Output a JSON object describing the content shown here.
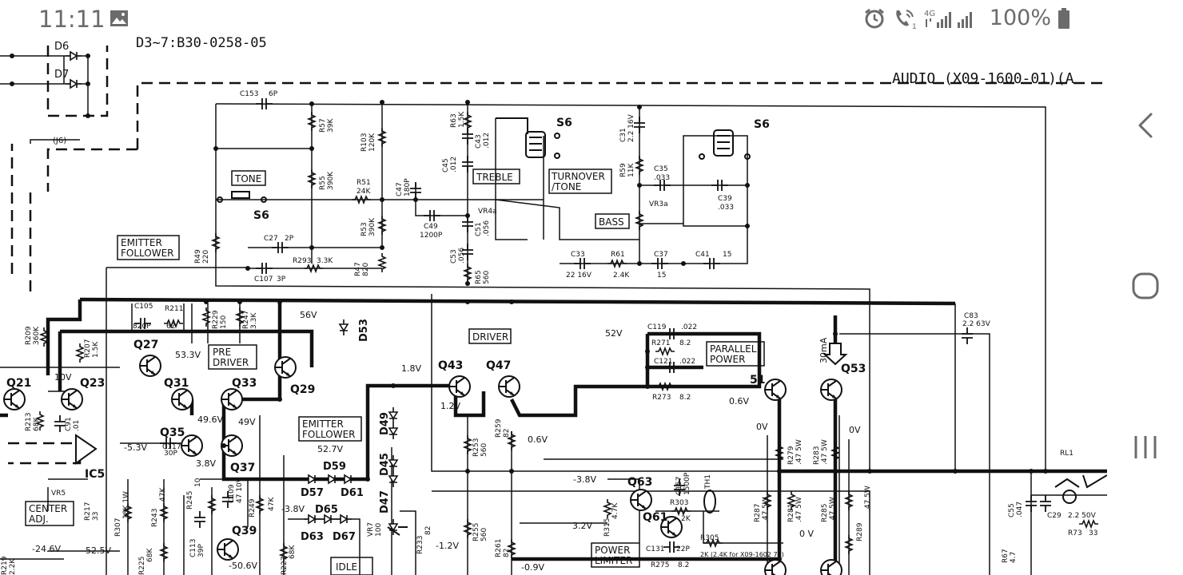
{
  "status_bar": {
    "time": "11:11",
    "battery": "100%",
    "network": "4G",
    "icons": [
      "gallery-icon",
      "alarm-icon",
      "wifi-calling-icon",
      "signal-icon",
      "battery-icon"
    ]
  },
  "nav_bar": {
    "back_icon": "chevron-left-icon",
    "home_icon": "home-icon",
    "recents_icon": "recents-icon"
  },
  "schematic": {
    "header_note": "D3~7:B30-0258-05",
    "board_title": "AUDIO (X09-1600-01)(A",
    "boxed_labels": {
      "tone": "TONE",
      "treble": "TREBLE",
      "turnover_1": "TURNOVER",
      "turnover_2": "/TONE",
      "bass": "BASS",
      "emitter_follower_1_a": "EMITTER",
      "emitter_follower_1_b": "FOLLOWER",
      "pre_driver_a": "PRE",
      "pre_driver_b": "DRIVER",
      "driver": "DRIVER",
      "parallel_power_a": "PARALLEL",
      "parallel_power_b": "POWER",
      "emitter_follower_2_a": "EMITTER",
      "emitter_follower_2_b": "FOLLOWER",
      "center_adj_a": "CENTER",
      "center_adj_b": "ADJ.",
      "power_limiter_a": "POWER",
      "power_limiter_b": "LIMITER",
      "idle": "IDLE"
    },
    "switches": {
      "s6_top": "S6",
      "s6_right": "S6",
      "s6_tone": "S6"
    },
    "transistors": {
      "q21": "Q21",
      "q23": "Q23",
      "q27": "Q27",
      "q31": "Q31",
      "q33": "Q33",
      "q29": "Q29",
      "q35": "Q35",
      "q37": "Q37",
      "q39": "Q39",
      "q43": "Q43",
      "q47": "Q47",
      "q53": "Q53",
      "q63": "Q63",
      "q61": "Q61",
      "q51": "51",
      "ic5": "IC5"
    },
    "diodes": {
      "d6": "D6",
      "d7": "D7",
      "d53": "D53",
      "d49": "D49",
      "d45": "D45",
      "d47": "D47",
      "d57": "D57",
      "d59": "D59",
      "d61": "D61",
      "d63": "D63",
      "d65": "D65",
      "d67": "D67",
      "j6": "(J6)"
    },
    "voltages": {
      "v56": "56V",
      "v52": "52V",
      "v53_3": "53.3V",
      "v10": "10V",
      "v1_8": "1.8V",
      "v1_2": "1.2V",
      "v49_6": "49.6V",
      "v49": "49V",
      "v52_7": "52.7V",
      "v_5_3": "-5.3V",
      "v3_8": "3.8V",
      "v0_6a": "0.6V",
      "v0_6b": "0.6V",
      "v0a": "0V",
      "v0b": "0V",
      "v0c": "0 V",
      "v_3_8a": "-3.8V",
      "v_3_8b": "-3.8V",
      "v3_2": "3.2V",
      "v_1_2": "-1.2V",
      "v_0_9": "-0.9V",
      "v_24_6": "-24.6V",
      "v_52_5": "-52.5V",
      "v_50_6": "-50.6V",
      "v30ma": "30mA"
    },
    "components": {
      "c153": "C153",
      "c153v": "6P",
      "r57": "R57",
      "r57v": "39K",
      "r103": "R103",
      "r103v": "120K",
      "r63": "R63",
      "r63v": "1.5K",
      "c43": "C43",
      "c43v": ".012",
      "c45": "C45",
      "c45v": ".012",
      "c47": "C47",
      "c47v": "180P",
      "r55": "R55",
      "r55v": "390K",
      "r51": "R51",
      "r51v": "24K",
      "r53": "R53",
      "r53v": "390K",
      "c49": "C49",
      "c49v": "1200P",
      "vr4a": "VR4a",
      "c51": "C51",
      "c51v": ".056",
      "c53": "C53",
      "c53v": ".056",
      "r65": "R65",
      "r65v": "560",
      "c31": "C31",
      "c31v": "2.2 16V",
      "r59": "R59",
      "r59v": "11K",
      "c35": "C35",
      "c35v": ".033",
      "vr3a": "VR3a",
      "c39": "C39",
      "c39v": ".033",
      "c33": "C33",
      "c33v": "22 16V",
      "r61": "R61",
      "r61v": "2.4K",
      "c37": "C37",
      "c37v": "15",
      "c41": "C41",
      "c41v": "15",
      "c27": "C27",
      "c27v": "2P",
      "r49": "R49",
      "r49v": "220",
      "r293": "R293",
      "r293v": "3.3K",
      "c107": "C107",
      "c107v": "3P",
      "r47": "R47",
      "r47v": "820",
      "c105": "C105",
      "c105v": "820P",
      "r211": "R211",
      "r211v": "62",
      "r229": "R229",
      "r229v": "150",
      "r247": "R247",
      "r247v": "3.3K",
      "r209": "R209",
      "r209v": "360K",
      "r207": "R207",
      "r207v": "1.5K",
      "r213": "R213",
      "r213v": "68K",
      "c91": "C91",
      "c91v": ".01",
      "c117": "C117",
      "c117v": "30P",
      "vr5": "VR5",
      "r217": "R217",
      "r217v": "33",
      "r307": "R307",
      "r307v": "18K 1W",
      "r243": "R243",
      "r243v": "47K",
      "r245": "R245",
      "r245v": "10",
      "c109": "C109",
      "c109v": "47 10V",
      "r249": "R249",
      "r249v": "47K",
      "c113": "C113",
      "c113v": "39P",
      "r225": "R225",
      "r225v": "68K",
      "r227": "R227",
      "r227v": "68K",
      "r219": "R219",
      "r219v": "2.2K",
      "r253": "R253",
      "r253v": "560",
      "r259": "R259",
      "r259v": "82",
      "vr7": "VR7",
      "vr7v": "100",
      "r233": "R233",
      "r233v": "82",
      "r255": "R255",
      "r255v": "560",
      "r261": "R261",
      "r261v": "82",
      "c119": "C119",
      "c119v": ".022",
      "r271": "R271",
      "r271v": "8.2",
      "c121": "C121",
      "c121v": ".022",
      "r273": "R273",
      "r273v": "8.2",
      "r279": "R279",
      "r279v": ".47 5W",
      "r283": "R283",
      "r283v": ".47 5W",
      "r281": "R281",
      "r281v": ".47 5W",
      "r285": "R285",
      "r285v": ".47 5W",
      "r287": "R287",
      "r287v": ".47 5W",
      "r289": "R289",
      "r289v": ".47 5W",
      "c157": "C157",
      "c157v": "1500P",
      "th1": "TH1",
      "r303": "R303",
      "r303v": "2K",
      "r305": "R305",
      "r305v": "2K (2.4K for X09-1602 71)",
      "r315": "R315",
      "r315v": "4.7K",
      "c131": "C131",
      "c131v": "22P",
      "r275": "R275",
      "r275v": "8.2",
      "c83": "C83",
      "c83v": "2.2 63V",
      "c55": "C55",
      "c55v": ".047",
      "r67": "R67",
      "r67v": "4.7",
      "rl1": "RL1",
      "c29": "C29",
      "c29v": "2.2 50V",
      "r73": "R73",
      "r73v": "33"
    }
  }
}
